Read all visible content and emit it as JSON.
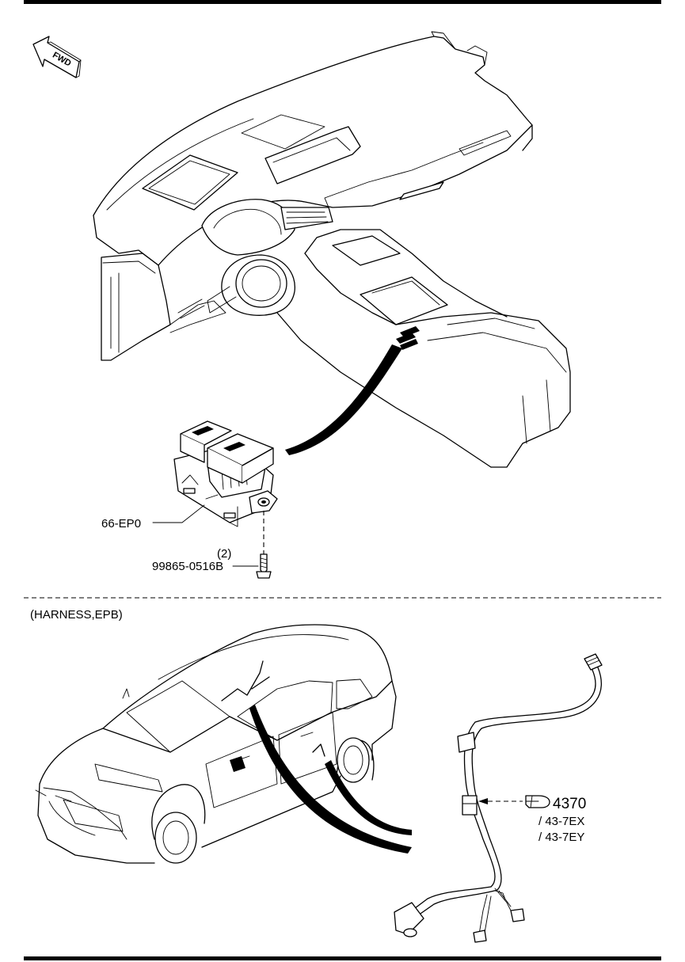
{
  "orientation": {
    "fwd_label": "FWD"
  },
  "parts": {
    "switch_part": "66-EP0",
    "screw_qty": "(2)",
    "screw_part": "99865-0516B"
  },
  "section_title": "(HARNESS,EPB)",
  "harness_ref": {
    "code": "4370",
    "sub_1": "/ 43-7EX",
    "sub_2": "/ 43-7EY"
  },
  "colors": {
    "ink": "#000000",
    "paper": "#ffffff"
  },
  "icons": [
    "fwd-arrow-icon",
    "reference-hand-icon"
  ]
}
